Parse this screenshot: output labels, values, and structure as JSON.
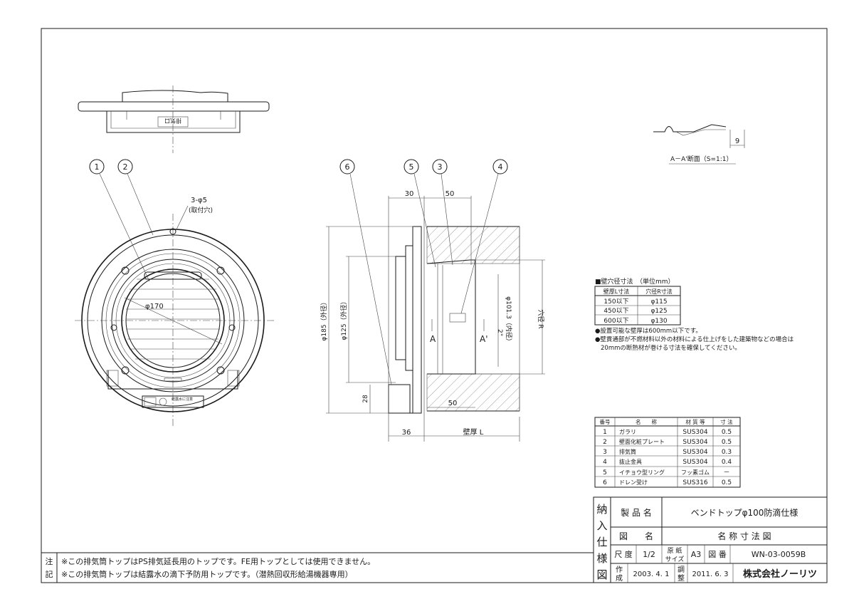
{
  "front_view": {
    "callouts": [
      "1",
      "2"
    ],
    "hole_label": "3-φ5",
    "hole_note": "(取付穴)",
    "diameter_label": "φ170",
    "plate_caption_1": "排気口",
    "plate_caption_2": "結露水に注意"
  },
  "side_view": {
    "callouts": [
      "6",
      "5",
      "3",
      "4"
    ],
    "dim_30": "30",
    "dim_50_top": "50",
    "dim_50_bottom": "50",
    "dim_36": "36",
    "dim_28": "28",
    "dim_wall": "壁厚 L",
    "dim_185": "φ185（外径）",
    "dim_125": "φ125（外径）",
    "dim_101": "φ101.3（内径）",
    "dim_hole": "穴径 R",
    "section_mark": "A",
    "section_mark_prime": "A'",
    "dim_2": "2°"
  },
  "detail": {
    "dim_9": "9",
    "caption": "A－A'断面（S=1:1）"
  },
  "hole_table": {
    "title": "■壁穴径寸法　（単位mm）",
    "headers": [
      "壁厚L寸法",
      "穴径R寸法"
    ],
    "rows": [
      [
        "150以下",
        "φ115"
      ],
      [
        "450以下",
        "φ125"
      ],
      [
        "600以下",
        "φ130"
      ]
    ],
    "note_1": "●設置可能な壁厚は600mm以下です。",
    "note_2": "●壁貫通部が不燃材料以外の材料による仕上げをした建築物などの場合は",
    "note_3": "20mmの断熱材が巻ける寸法を確保してください。"
  },
  "parts_table": {
    "headers": [
      "番号",
      "名　　称",
      "材 質 等",
      "寸 法"
    ],
    "rows": [
      [
        "1",
        "ガラリ",
        "SUS304",
        "0.5"
      ],
      [
        "2",
        "壁面化粧プレート",
        "SUS304",
        "0.5"
      ],
      [
        "3",
        "排気筒",
        "SUS304",
        "0.3"
      ],
      [
        "4",
        "抜止金具",
        "SUS304",
        "0.4"
      ],
      [
        "5",
        "イチョウ型リング",
        "フッ素ゴム",
        "－"
      ],
      [
        "6",
        "ドレン受け",
        "SUS316",
        "0.5"
      ]
    ]
  },
  "title_block": {
    "side_label": [
      "納",
      "入",
      "仕",
      "様",
      "図"
    ],
    "product_label": "製 品 名",
    "product_value": "ベンドトップφ100防滴仕様",
    "drawing_label": "図　　名",
    "drawing_value": "名 称 寸 法 図",
    "scale_label": "尺 度",
    "scale_value": "1/2",
    "paper_label_1": "原 紙",
    "paper_label_2": "サイズ",
    "paper_value": "A3",
    "drawing_no_label": "図 番",
    "drawing_no_value": "WN-03-0059B",
    "created_label_1": "作",
    "created_label_2": "成",
    "created_value": "2003. 4. 1",
    "adjusted_label_1": "調",
    "adjusted_label_2": "整",
    "adjusted_value": "2011. 6. 3",
    "company": "株式会社ノーリツ"
  },
  "notes": {
    "label_1": "注",
    "label_2": "記",
    "line_1": "※この排気筒トップはPS排気延長用のトップです。FE用トップとしては使用できません。",
    "line_2": "※この排気筒トップは結露水の滴下予防用トップです。（潜熱回収形給湯機器専用）"
  }
}
